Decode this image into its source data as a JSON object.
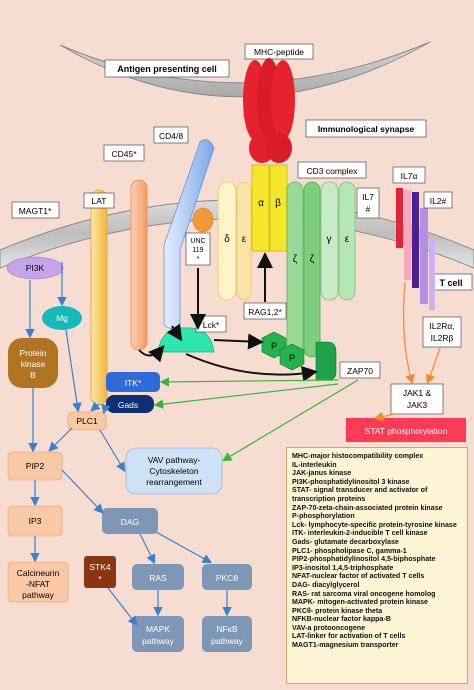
{
  "labels": {
    "apc": "Antigen presenting cell",
    "mhc": "MHC-peptide",
    "synapse": "Immunological synapse",
    "tcell": "T cell",
    "cd45": "CD45*",
    "cd48": "CD4/8",
    "lat": "LAT",
    "magt1": "MAGT1*",
    "cd3": "CD3 complex",
    "il7": "IL7",
    "il7_hash": "#",
    "il7a": "IL7α",
    "il2": "IL2#",
    "unc_1": "UNC",
    "unc_2": "119",
    "unc_3": "*",
    "lck": "Lck*",
    "rag": "RAG1,2*",
    "delta": "δ",
    "eps1": "ε",
    "alpha": "α",
    "beta": "β",
    "zeta1": "ζ",
    "zeta2": "ζ",
    "gamma": "γ",
    "eps2": "ε",
    "p1": "P",
    "p2": "P",
    "zap70": "ZAP70",
    "pi3k": "PI3K",
    "mg": "Mg",
    "pkb_1": "Protein",
    "pkb_2": "kinase",
    "pkb_3": "B",
    "itk": "ITK*",
    "gads": "Gads",
    "plc1": "PLC1",
    "pip2": "PIP2",
    "ip3": "IP3",
    "calcineurin_1": "Calcineurin",
    "calcineurin_2": "-NFAT",
    "calcineurin_3": "pathway",
    "vav_1": "VAV pathway-",
    "vav_2": "Cytoskeleton",
    "vav_3": "rearrangement",
    "dag": "DAG",
    "stk4_1": "STK4",
    "stk4_2": "*",
    "ras": "RAS",
    "pkc": "PKCθ",
    "mapk_1": "MAPK",
    "mapk_2": "pathway",
    "nfkb_1": "NFκB",
    "nfkb_2": "pathway",
    "il2r_1": "IL2Rα,",
    "il2r_2": "IL2Rβ",
    "jak_1": "JAK1 &",
    "jak_2": "JAK3",
    "stat": "STAT phosphorylation"
  },
  "legend": [
    "MHC-major histocompatibility complex",
    "IL-interleukin",
    "JAK-janus kinase",
    "PI3K-phosphatidylinositol 3 kinase",
    "STAT- signal transducer and activator of",
    "transcription proteins",
    "ZAP-70-zeta-chain-associated protein kinase",
    "P-phosphorylation",
    "Lck- lymphocyte-specific protein-tyrosine kinase",
    "ITK- interleukin-2-inducible T cell kinase",
    "Gads- glutamate decarboxylase",
    "PLC1- phospholipase C, gamma-1",
    "PIP2-phosphatidylinositol 4,5-biphosphate",
    "IP3-inositol 1,4,5-triphosphate",
    "NFAT-nuclear factor of activated T cells",
    "DAG- diacylglycerol",
    "RAS- rat sarcoma viral oncogene homolog",
    "MAPK- mitogen-activated protein kinase",
    "PKCθ- protein kinase theta",
    "NFKB-nuclear factor kappa-B",
    "VAV-a protooncogene",
    "LAT-linker for activation of T cells",
    "MAGT1-magnesium transporter"
  ]
}
